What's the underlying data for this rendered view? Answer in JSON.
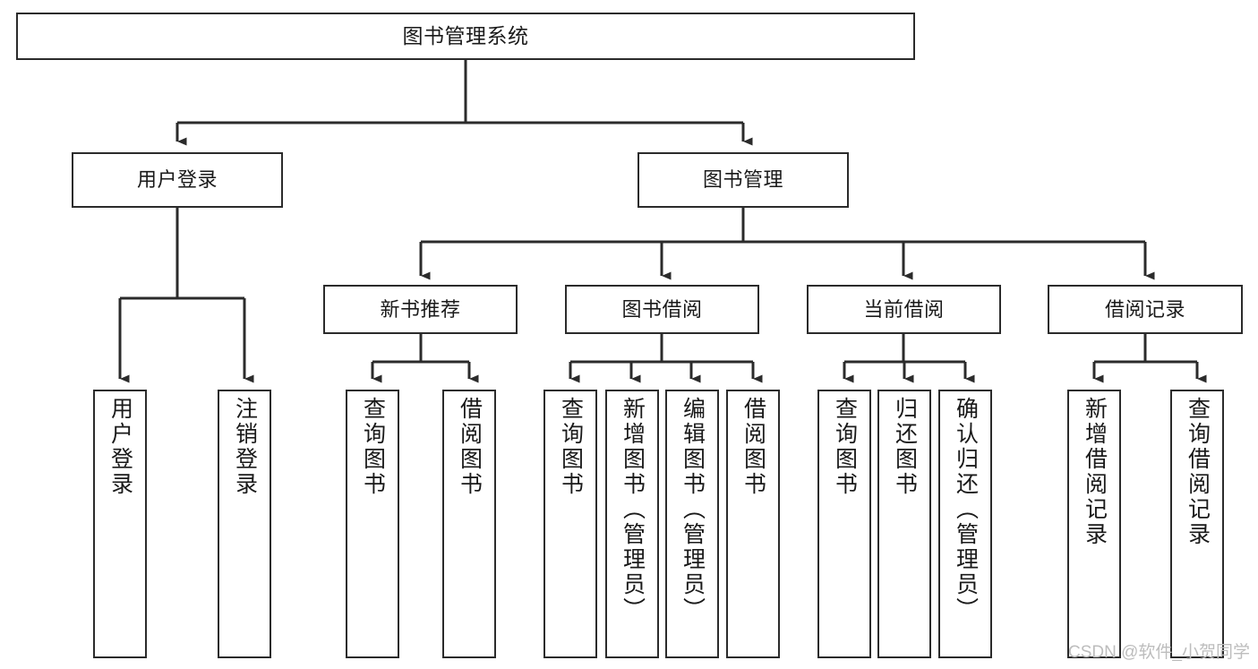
{
  "diagram": {
    "type": "tree-hierarchy-chart",
    "title": "图书管理系统",
    "orientation": "top-down",
    "colors": {
      "box_border": "#2b2b2b",
      "box_fill": "#ffffff",
      "edge": "#2b2b2b",
      "text": "#1a1a1a",
      "watermark": "#bdbdbd",
      "background": "#ffffff"
    },
    "nodes": {
      "root": {
        "label": "图书管理系统"
      },
      "level2": [
        {
          "id": "user-login",
          "label": "用户登录"
        },
        {
          "id": "book-management",
          "label": "图书管理"
        }
      ],
      "level3": [
        {
          "id": "new-book-recommend",
          "label": "新书推荐"
        },
        {
          "id": "book-borrow",
          "label": "图书借阅"
        },
        {
          "id": "current-borrow",
          "label": "当前借阅"
        },
        {
          "id": "borrow-record",
          "label": "借阅记录"
        }
      ],
      "leaves": [
        {
          "id": "leaf-user-login",
          "label": "用户登录",
          "parent": "user-login"
        },
        {
          "id": "leaf-logout",
          "label": "注销登录",
          "parent": "user-login"
        },
        {
          "id": "leaf-query-book-1",
          "label": "查询图书",
          "parent": "new-book-recommend"
        },
        {
          "id": "leaf-borrow-book-1",
          "label": "借阅图书",
          "parent": "new-book-recommend"
        },
        {
          "id": "leaf-query-book-2",
          "label": "查询图书",
          "parent": "book-borrow"
        },
        {
          "id": "leaf-add-book",
          "label": "新增图书（管理员）",
          "parent": "book-borrow"
        },
        {
          "id": "leaf-edit-book",
          "label": "编辑图书（管理员）",
          "parent": "book-borrow"
        },
        {
          "id": "leaf-borrow-book-2",
          "label": "借阅图书",
          "parent": "book-borrow"
        },
        {
          "id": "leaf-query-book-3",
          "label": "查询图书",
          "parent": "current-borrow"
        },
        {
          "id": "leaf-return-book",
          "label": "归还图书",
          "parent": "current-borrow"
        },
        {
          "id": "leaf-confirm-return",
          "label": "确认归还（管理员）",
          "parent": "current-borrow"
        },
        {
          "id": "leaf-add-record",
          "label": "新增借阅记录",
          "parent": "borrow-record"
        },
        {
          "id": "leaf-query-record",
          "label": "查询借阅记录",
          "parent": "borrow-record"
        }
      ]
    },
    "watermark": "CSDN @软件_小贺同学"
  }
}
